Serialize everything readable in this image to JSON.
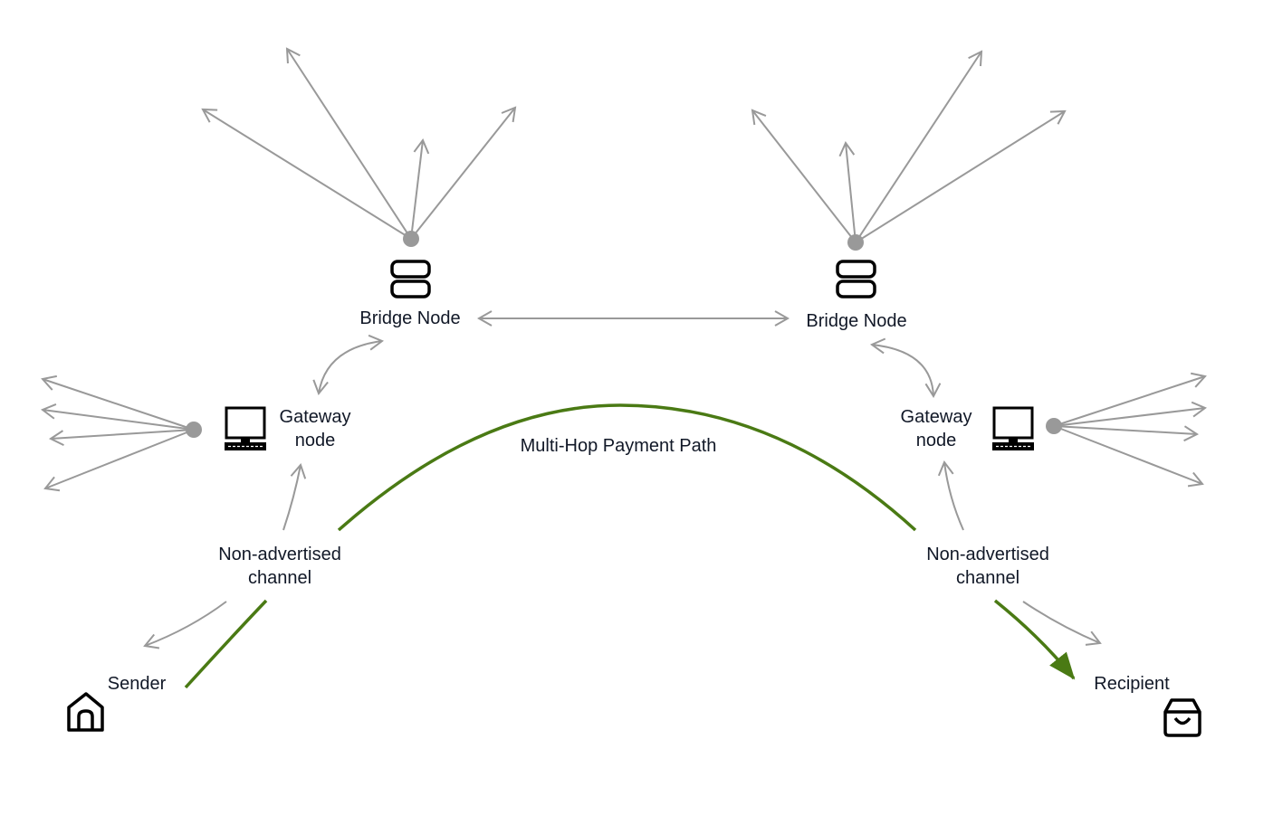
{
  "labels": {
    "bridge_left": "Bridge Node",
    "bridge_right": "Bridge Node",
    "gateway_left": [
      "Gateway",
      "node"
    ],
    "gateway_right": [
      "Gateway",
      "node"
    ],
    "channel_left": [
      "Non-advertised",
      "channel"
    ],
    "channel_right": [
      "Non-advertised",
      "channel"
    ],
    "payment_path": "Multi-Hop Payment Path",
    "sender": "Sender",
    "recipient": "Recipient"
  },
  "icons": {
    "bridge_left": "server-icon",
    "bridge_right": "server-icon",
    "gateway_left": "desktop-computer-icon",
    "gateway_right": "desktop-computer-icon",
    "sender": "house-icon",
    "recipient": "shopping-bag-icon"
  },
  "colors": {
    "connection": "#999999",
    "payment_path": "#4a7a14",
    "node_dot": "#999999",
    "icon": "#000000",
    "text": "#111827"
  }
}
